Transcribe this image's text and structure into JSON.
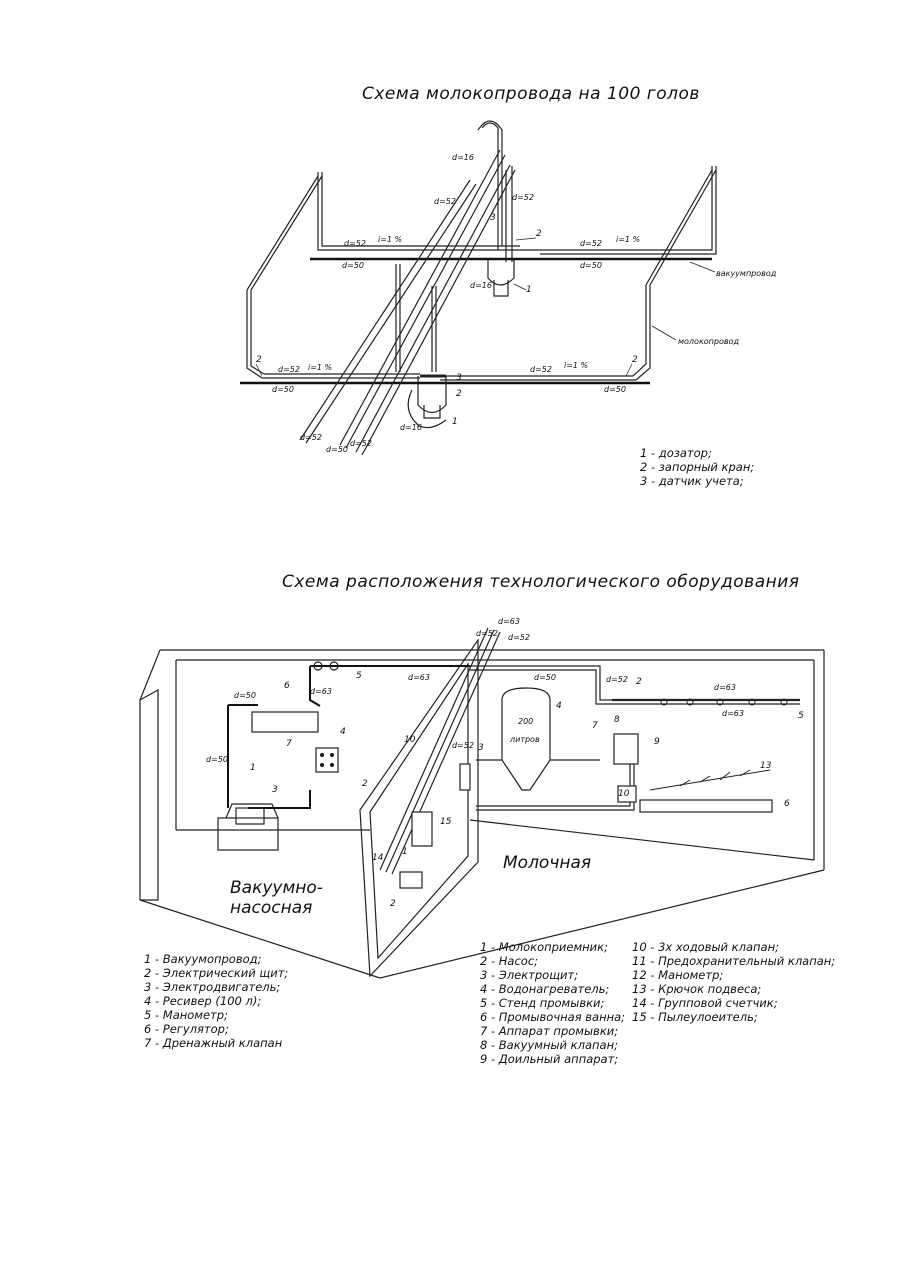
{
  "top": {
    "title": "Схема молокопровода на 100 голов",
    "labels": {
      "vacuum": "вакуумпровод",
      "milk": "молокопровод",
      "d52": "d=52",
      "d50": "d=50",
      "d16": "d=16",
      "slope": "i=1 %",
      "n1": "1",
      "n2": "2",
      "n3": "3"
    },
    "legend": [
      "1 -  дозатор;",
      "2 -  запорный кран;",
      "3 -  датчик учета;"
    ]
  },
  "bottom": {
    "title": "Схема расположения технологического оборудования",
    "labels": {
      "d63": "d=63",
      "d52": "d=52",
      "d50": "d=50",
      "tank_volume": "200",
      "tank_unit": "литров",
      "room_milk": "Молочная",
      "room_pump_1": "Вакуумно-",
      "room_pump_2": "насосная"
    },
    "legend_left": [
      "1 -  Вакуумопровод;",
      "2 -  Электрический щит;",
      "3 -  Электродвигатель;",
      "4 -  Ресивер (100 л);",
      "5 -  Манометр;",
      "6 -  Регулятор;",
      "7 -  Дренажный клапан"
    ],
    "legend_mid": [
      "1 -  Молокоприемник;",
      "2 -  Насос;",
      "3 -  Электрощит;",
      "4 -  Водонагреватель;",
      "5 -  Стенд промывки;",
      "6 -  Промывочная ванна;",
      "7 -  Аппарат промывки;",
      "8 - Вакуумный клапан;",
      "9 - Доильный аппарат;"
    ],
    "legend_right": [
      "10 -  3х ходовый клапан;",
      "11 -  Предохранительный клапан;",
      "12 -  Манометр;",
      "13 -  Крючок подвеса;",
      "14 -  Групповой счетчик;",
      "15 -  Пылеулоеитель;"
    ]
  }
}
